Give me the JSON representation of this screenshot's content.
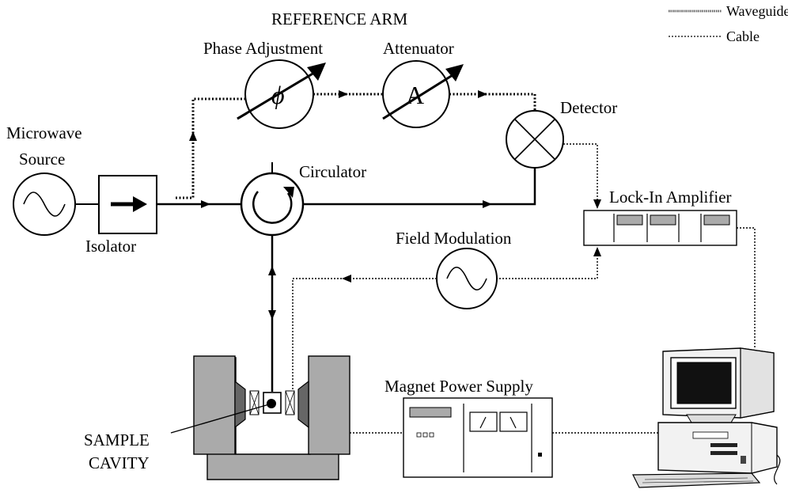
{
  "labels": {
    "reference_arm": "REFERENCE ARM",
    "phase_adjustment": "Phase Adjustment",
    "attenuator": "Attenuator",
    "microwave_source_line1": "Microwave",
    "microwave_source_line2": "Source",
    "isolator": "Isolator",
    "circulator": "Circulator",
    "detector": "Detector",
    "lock_in_amplifier": "Lock-In Amplifier",
    "field_modulation": "Field Modulation",
    "magnet_power_supply": "Magnet Power Supply",
    "sample_line1": "SAMPLE",
    "sample_line2": "CAVITY",
    "phase_symbol": "ϕ",
    "attenuator_symbol": "A"
  },
  "legend": {
    "waveguides": "Waveguides",
    "cable": "Cable"
  }
}
